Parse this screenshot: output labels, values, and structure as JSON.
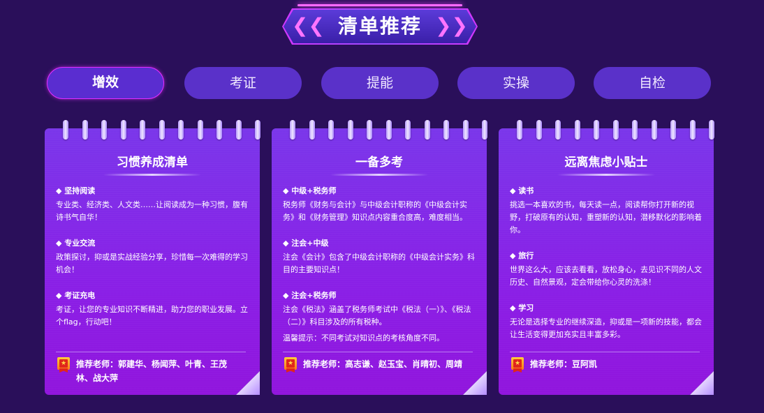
{
  "header": {
    "title": "清单推荐",
    "left_chevron": "❮❮",
    "right_chevron": "❯❯"
  },
  "tabs": [
    {
      "label": "增效",
      "active": true
    },
    {
      "label": "考证",
      "active": false
    },
    {
      "label": "提能",
      "active": false
    },
    {
      "label": "实操",
      "active": false
    },
    {
      "label": "自检",
      "active": false
    }
  ],
  "cards": [
    {
      "title": "习惯养成清单",
      "sections": [
        {
          "head": "◆ 坚持阅读",
          "body": "专业类、经济类、人文类……让阅读成为一种习惯，腹有诗书气自华！"
        },
        {
          "head": "◆ 专业交流",
          "body": "政策探讨，抑或是实战经验分享，珍惜每一次难得的学习机会！"
        },
        {
          "head": "◆ 考证充电",
          "body": "考证，让您的专业知识不断精进，助力您的职业发展。立个flag，行动吧！"
        }
      ],
      "hint": "",
      "teacher": "推荐老师：郭建华、杨闻萍、叶青、王茂林、战大萍"
    },
    {
      "title": "一备多考",
      "sections": [
        {
          "head": "◆ 中级+税务师",
          "body": "税务师《财务与会计》与中级会计职称的《中级会计实务》和《财务管理》知识点内容重合度高，难度相当。"
        },
        {
          "head": "◆ 注会+中级",
          "body": "注会《会计》包含了中级会计职称的《中级会计实务》科目的主要知识点！"
        },
        {
          "head": "◆ 注会+税务师",
          "body": "注会《税法》涵盖了税务师考试中《税法（一）》、《税法（二）》科目涉及的所有税种。"
        }
      ],
      "hint": "温馨提示：不同考试对知识点的考核角度不同。",
      "teacher": "推荐老师：高志谦、赵玉宝、肖晴初、周靖"
    },
    {
      "title": "远离焦虑小贴士",
      "sections": [
        {
          "head": "◆ 读书",
          "body": "挑选一本喜欢的书，每天读一点，阅读帮你打开新的视野，打破原有的认知，重塑新的认知，潜移默化的影响着你。"
        },
        {
          "head": "◆ 旅行",
          "body": "世界这么大，应该去看看，放松身心，去见识不同的人文历史、自然景观，定会带给你心灵的洗涤！"
        },
        {
          "head": "◆ 学习",
          "body": "无论是选择专业的继续深造，抑或是一项新的技能，都会让生活变得更加充实且丰富多彩。"
        }
      ],
      "hint": "",
      "teacher": "推荐老师：豆阿凯"
    }
  ],
  "badge_glyph": "★",
  "colors": {
    "background": "#2a0f5a",
    "tab": "#5a31c9",
    "tab_active_border": "#e32cff",
    "card": "#8a1fe6"
  }
}
